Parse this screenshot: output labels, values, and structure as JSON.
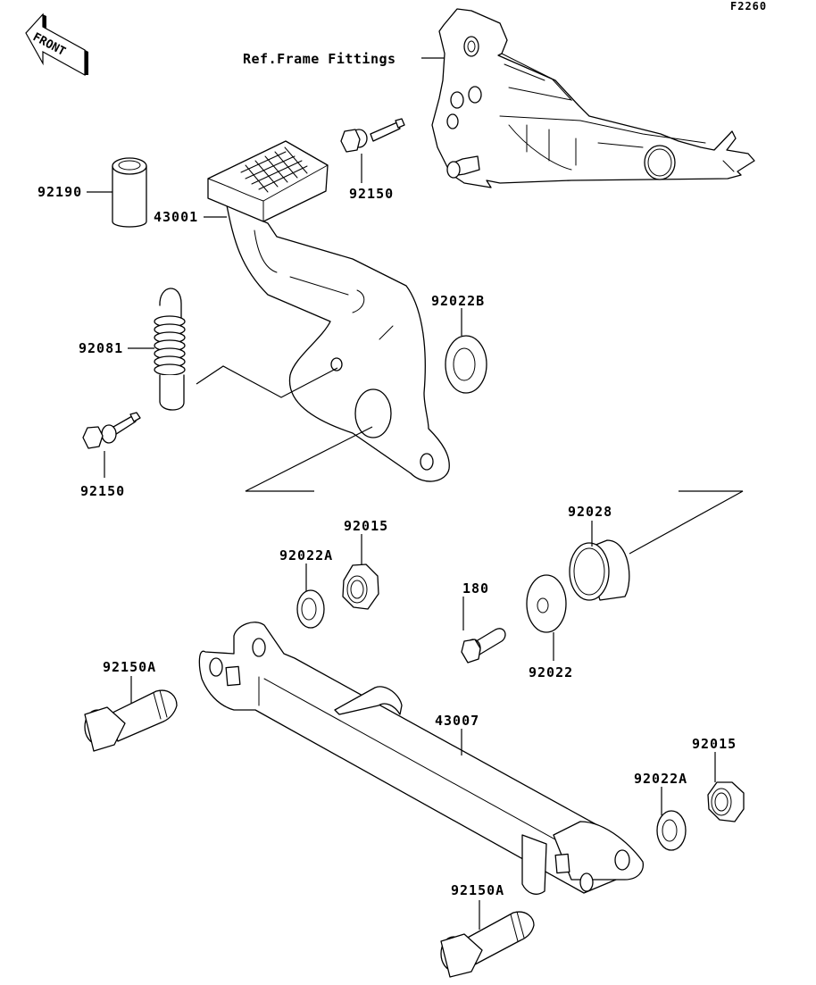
{
  "diagram": {
    "code": "F2260",
    "front_label": "FRONT",
    "reference_label": "Ref.Frame Fittings",
    "callouts": [
      {
        "id": "bolt-92150-top",
        "part_number": "92150"
      },
      {
        "id": "collar-92190",
        "part_number": "92190"
      },
      {
        "id": "pedal-43001",
        "part_number": "43001"
      },
      {
        "id": "washer-92022B",
        "part_number": "92022B"
      },
      {
        "id": "spring-92081",
        "part_number": "92081"
      },
      {
        "id": "bolt-92150-left",
        "part_number": "92150"
      },
      {
        "id": "collar-92028",
        "part_number": "92028"
      },
      {
        "id": "nut-92015-top",
        "part_number": "92015"
      },
      {
        "id": "washer-92022A-top",
        "part_number": "92022A"
      },
      {
        "id": "bolt-180",
        "part_number": "180"
      },
      {
        "id": "washer-92022",
        "part_number": "92022"
      },
      {
        "id": "bolt-92150A-left",
        "part_number": "92150A"
      },
      {
        "id": "rod-43007",
        "part_number": "43007"
      },
      {
        "id": "nut-92015-right",
        "part_number": "92015"
      },
      {
        "id": "washer-92022A-right",
        "part_number": "92022A"
      },
      {
        "id": "bolt-92150A-bottom",
        "part_number": "92150A"
      }
    ]
  }
}
